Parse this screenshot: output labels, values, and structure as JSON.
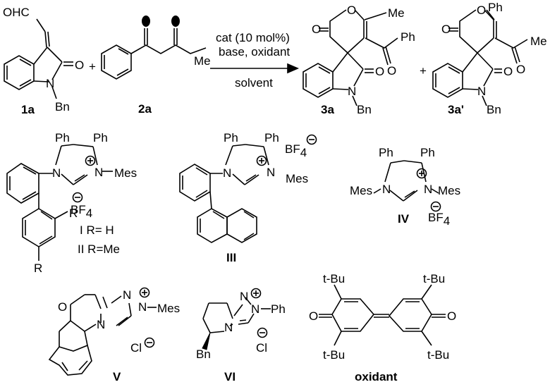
{
  "reaction": {
    "r1": {
      "label": "1a",
      "cho": "OHC",
      "o": "O",
      "n": "N",
      "bn": "Bn"
    },
    "plus1": "+",
    "r2": {
      "label": "2a",
      "me": "Me"
    },
    "conditions": {
      "line1": "cat (10 mol%)",
      "line2": "base, oxidant",
      "line3": "solvent"
    },
    "p1": {
      "label": "3a",
      "me": "Me",
      "ph": "Ph",
      "n": "N",
      "bn": "Bn"
    },
    "plus2": "+",
    "p2": {
      "label": "3a'",
      "ph": "Ph",
      "me": "Me",
      "n": "N",
      "bn": "Bn"
    }
  },
  "catalysts": {
    "I_II": {
      "ph1": "Ph",
      "ph2": "Ph",
      "n1": "N",
      "n2": "N",
      "mes": "Mes",
      "bf": "BF",
      "bf_sub": "4",
      "r1": "R",
      "r2": "R",
      "label1_roman": "I",
      "label1_text": " R= H",
      "label2_roman": "II",
      "label2_text": " R=Me"
    },
    "III": {
      "ph1": "Ph",
      "ph2": "Ph",
      "n1": "N",
      "n2": "N",
      "mes": "Mes",
      "bf": "BF",
      "bf_sub": "4",
      "label": "III"
    },
    "IV": {
      "ph1": "Ph",
      "ph2": "Ph",
      "mes1": "Mes",
      "mes2": "Mes",
      "n1": "N",
      "n2": "N",
      "bf": "BF",
      "bf_sub": "4",
      "label": "IV"
    },
    "V": {
      "o": "O",
      "n1": "N",
      "n2": "N",
      "n3": "N",
      "mes": "Mes",
      "cl": "Cl",
      "label": "V"
    },
    "VI": {
      "n1": "N",
      "n2": "N",
      "n3": "N",
      "ph": "Ph",
      "bn": "Bn",
      "cl": "Cl",
      "label": "VI"
    },
    "oxidant": {
      "tbu1": "t-Bu",
      "tbu2": "t-Bu",
      "tbu3": "t-Bu",
      "tbu4": "t-Bu",
      "o1": "O",
      "o2": "O",
      "label": "oxidant"
    }
  }
}
